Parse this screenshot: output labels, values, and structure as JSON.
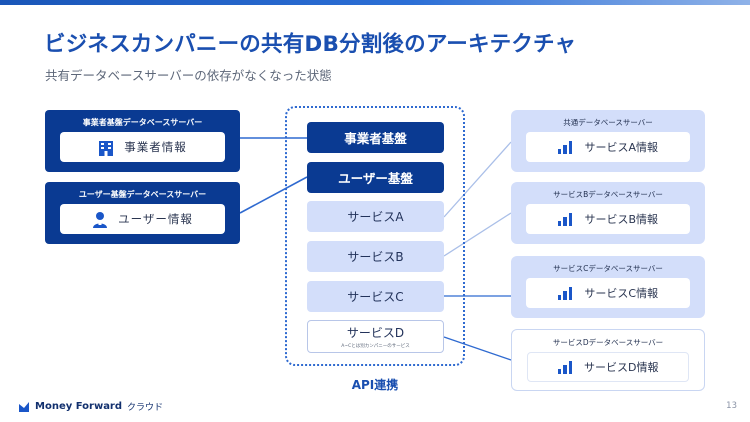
{
  "slide": {
    "title": "ビジネスカンパニーの共有DB分割後のアーキテクチャ",
    "subtitle": "共有データベースサーバーの依存がなくなった状態",
    "page_number": "13"
  },
  "left_servers": [
    {
      "caption": "事業者基盤データベースサーバー",
      "label": "事業者情報",
      "icon": "building-icon"
    },
    {
      "caption": "ユーザー基盤データベースサーバー",
      "label": "ユーザー情報",
      "icon": "user-icon"
    }
  ],
  "center": {
    "items": [
      {
        "label": "事業者基盤"
      },
      {
        "label": "ユーザー基盤"
      },
      {
        "label": "サービスA"
      },
      {
        "label": "サービスB"
      },
      {
        "label": "サービスC"
      },
      {
        "label": "サービスD",
        "note": "A~Cとは別カンパニーのサービス"
      }
    ],
    "frame_label": "API連携"
  },
  "right_servers": [
    {
      "caption": "共通データベースサーバー",
      "label": "サービスA情報",
      "icon": "bar-chart-icon"
    },
    {
      "caption": "サービスBデータベースサーバー",
      "label": "サービスB情報",
      "icon": "bar-chart-icon"
    },
    {
      "caption": "サービスCデータベースサーバー",
      "label": "サービスC情報",
      "icon": "bar-chart-icon"
    },
    {
      "caption": "サービスDデータベースサーバー",
      "label": "サービスD情報",
      "icon": "bar-chart-icon"
    }
  ],
  "footer": {
    "brand": "Money Forward",
    "brand_suffix": "クラウド"
  },
  "colors": {
    "primary_dark": "#0a3a92",
    "accent_blue": "#1a4fb0",
    "light_blue": "#d3defa",
    "line": "#2f6ad0"
  }
}
